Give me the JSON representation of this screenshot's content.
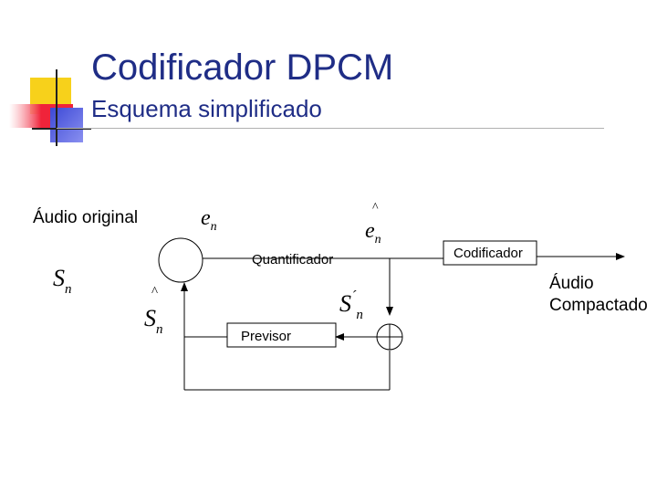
{
  "slide": {
    "title": "Codificador DPCM",
    "subtitle": "Esquema simplificado"
  },
  "diagram": {
    "input_label": "Áudio original",
    "output_label_line1": "Áudio",
    "output_label_line2": "Compactado",
    "quantizer_label": "Quantificador",
    "encoder_label": "Codificador",
    "predictor_label": "Previsor",
    "symbols": {
      "error_base": "e",
      "error_sub": "n",
      "quant_error_hat": "^",
      "quant_error_base": "e",
      "quant_error_sub": "n",
      "input_base": "S",
      "input_sub": "n",
      "pred_hat": "^",
      "pred_base": "S",
      "pred_sub": "n",
      "recon_base": "S",
      "recon_prime": "´",
      "recon_sub": "n"
    }
  },
  "colors": {
    "title": "#1f2d86",
    "accent_yellow": "#f7d11b",
    "accent_red": "#f0233a",
    "accent_blue": "#3c48d6"
  }
}
